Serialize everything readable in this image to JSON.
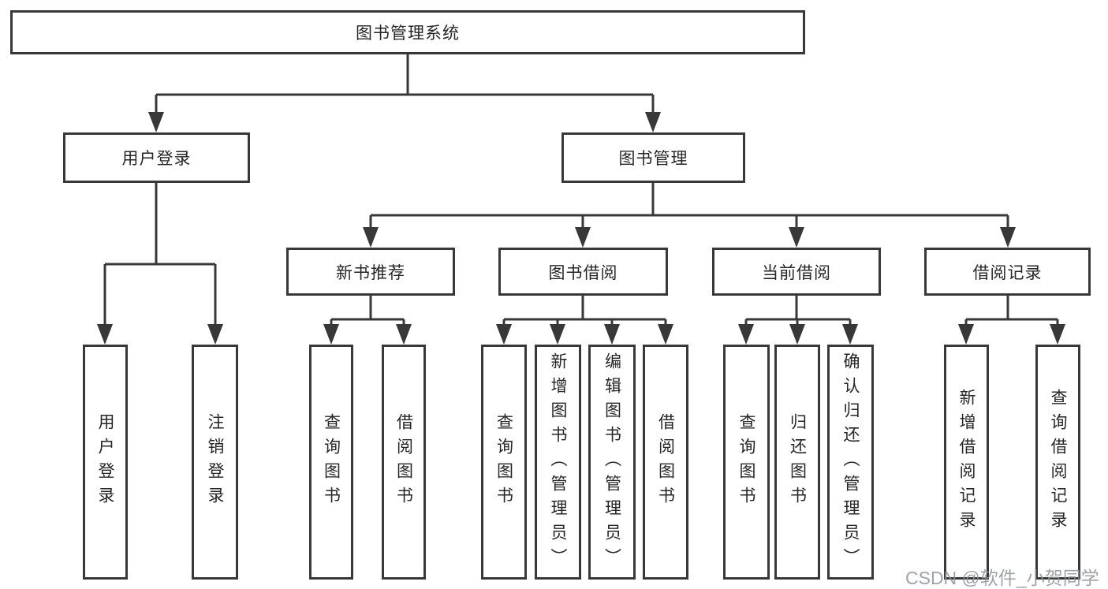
{
  "diagram": {
    "root": {
      "label": "图书管理系统"
    },
    "branches": [
      {
        "label": "用户登录",
        "children": [
          {
            "label": "用户登录"
          },
          {
            "label": "注销登录"
          }
        ]
      },
      {
        "label": "图书管理",
        "children": [
          {
            "label": "新书推荐",
            "children": [
              {
                "label": "查询图书"
              },
              {
                "label": "借阅图书"
              }
            ]
          },
          {
            "label": "图书借阅",
            "children": [
              {
                "label": "查询图书"
              },
              {
                "label": "新增图书（管理员）"
              },
              {
                "label": "编辑图书（管理员）"
              },
              {
                "label": "借阅图书"
              }
            ]
          },
          {
            "label": "当前借阅",
            "children": [
              {
                "label": "查询图书"
              },
              {
                "label": "归还图书"
              },
              {
                "label": "确认归还（管理员）"
              }
            ]
          },
          {
            "label": "借阅记录",
            "children": [
              {
                "label": "新增借阅记录"
              },
              {
                "label": "查询借阅记录"
              }
            ]
          }
        ]
      }
    ],
    "watermark": "CSDN @软件_小贺同学"
  },
  "colors": {
    "line": "#383838",
    "text": "#262626",
    "watermark": "#8f9399"
  }
}
